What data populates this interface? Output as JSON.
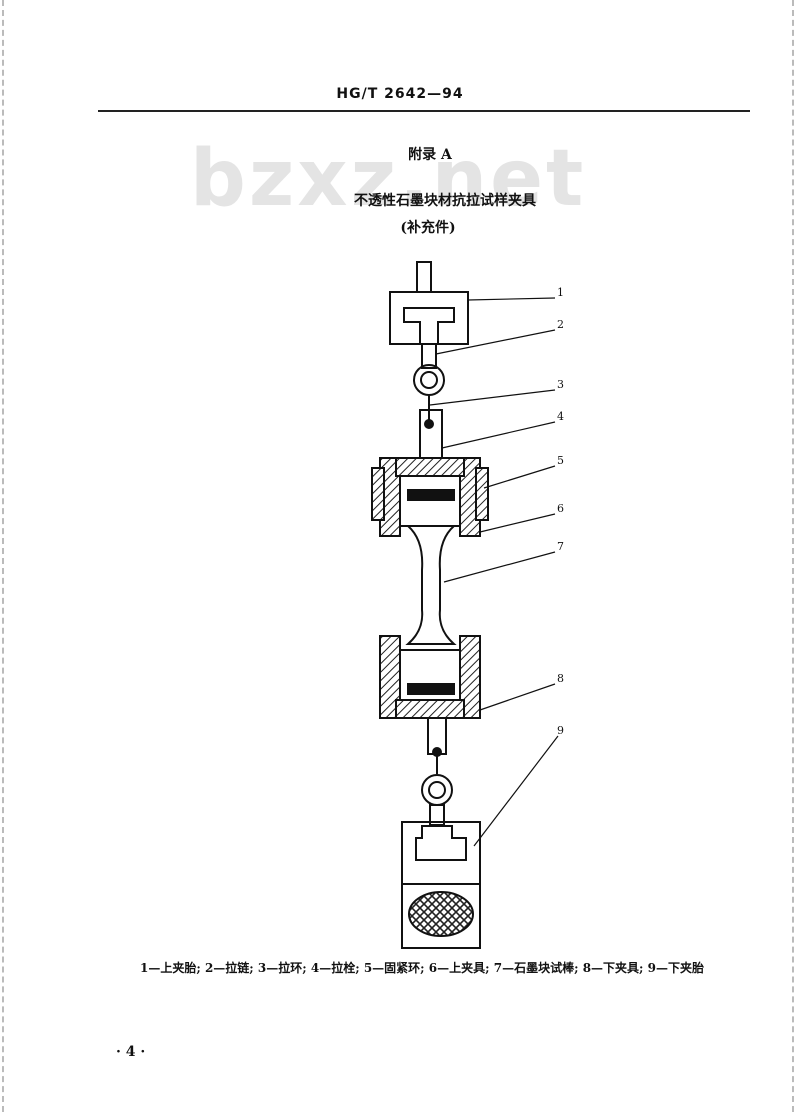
{
  "document": {
    "standard_code": "HG/T 2642—94",
    "watermark": "bzxz.net",
    "appendix_title": "附录 A",
    "figure_title": "不透性石墨块材抗拉试样夹具",
    "supplement_note": "(补充件)",
    "callout_labels": [
      "1",
      "2",
      "3",
      "4",
      "5",
      "6",
      "7",
      "8",
      "9"
    ],
    "caption": "1—上夹胎; 2—拉链; 3—拉环; 4—拉栓; 5—固紧环; 6—上夹具; 7—石墨块试棒; 8—下夹具; 9—下夹胎",
    "page_number": "· 4 ·"
  }
}
